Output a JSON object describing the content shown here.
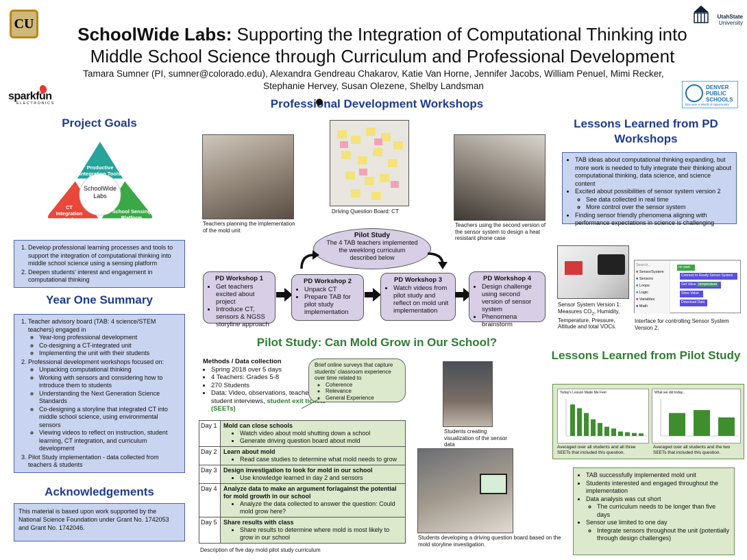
{
  "header": {
    "title_bold": "SchoolWide Labs:",
    "title_rest": " Supporting the Integration of Computational Thinking into",
    "title_line2": "Middle School Science through Curriculum and Professional Development",
    "authors_line1": "Tamara Sumner (PI, sumner@colorado.edu), Alexandra Gendreau Chakarov, Katie Van Horne, Jennifer Jacobs, William Penuel, Mimi Recker,",
    "authors_line2": "Stephanie Hervey, Susan Olezene, Shelby Landsman"
  },
  "logos": {
    "cu": "CU",
    "usu_line1": "UtahState",
    "usu_line2": "University",
    "sparkfun": "sparkfun",
    "sparkfun_sub": "ELECTRONICS",
    "dps_line1": "DENVER",
    "dps_line2": "PUBLIC",
    "dps_line3": "SCHOOLS",
    "dps_tag": "Discover a World of Opportunity"
  },
  "project_goals": {
    "title": "Project Goals",
    "triangle": {
      "center": "SchoolWide Labs",
      "top": "Productive Integration Tools",
      "left": "CT Integration Cycle",
      "right": "School Sensing Platform"
    },
    "items": [
      "Develop professional learning processes and tools to support the integration of computational thinking into middle school science using a sensing platform",
      "Deepen students' interest and engagement in computational thinking"
    ]
  },
  "year_one": {
    "title": "Year One Summary",
    "item1": "Teacher advisory board (TAB: 4 science/STEM teachers) engaged  in",
    "item1_sub": [
      "Year-long professional development",
      "Co-designing a CT-integrated unit",
      "Implementing the unit with their students"
    ],
    "item2": "Professional development workshops focused on:",
    "item2_sub": [
      "Unpacking computational thinking",
      "Working with sensors and considering how to introduce them to students",
      "Understanding the Next Generation Science Standards",
      "Co-designing a storyline that integrated CT into middle school science, using environmental sensors",
      "Viewing videos to reflect on instruction, student learning, CT integration, and curriculum development"
    ],
    "item3": "Pilot Study implementation -  data collected from teachers & students"
  },
  "acknowledgements": {
    "title": "Acknowledgements",
    "text": "This material is based upon work supported by the National Science Foundation under Grant No. 1742053 and Grant No. 1742046."
  },
  "pd_workshops": {
    "title": "Professional Development Workshops",
    "captions": {
      "photo1": "Teachers planning the implementation of the mold unit",
      "photo2": "Driving Question Board: CT",
      "photo3": "Teachers using the second version of the sensor system to design a heat resistant phone case"
    },
    "pilot_bubble": {
      "title": "Pilot Study",
      "text": "The 4 TAB teachers implemented the weeklong curriculum described below"
    },
    "w1": {
      "title": "PD Workshop 1",
      "items": [
        "Get teachers excited about project",
        "Introduce CT, sensors & NGSS storyline approach"
      ]
    },
    "w2": {
      "title": "PD Workshop 2",
      "items": [
        "Unpack CT",
        "Prepare TAB for pilot study implementation"
      ]
    },
    "w3": {
      "title": "PD Workshop 3",
      "items": [
        "Watch videos from pilot study and reflect on mold unit implementation"
      ]
    },
    "w4": {
      "title": "PD Workshop 4",
      "items": [
        "Design challenge using second version of sensor system",
        "Phenomena brainstorm"
      ]
    }
  },
  "pilot": {
    "title": "Pilot Study: Can Mold Grow in Our School?",
    "methods_title": "Methods / Data collection",
    "methods": [
      "Spring 2018 over 5 days",
      "4 Teachers: Grades 5-8",
      "270 Students",
      "Data: Video, observations, teacher and student interviews,"
    ],
    "seets": "student exit tickets (SEETs)",
    "callout_intro": "Brief online surveys that capture students' classroom experience over time related to",
    "callout_items": [
      "Coherence",
      "Relevance",
      "General Experience"
    ],
    "days": [
      {
        "label": "Day 1",
        "title": "Mold can close schools",
        "items": [
          "Watch video about mold shutting down a school",
          "Generate driving question board about mold"
        ]
      },
      {
        "label": "Day 2",
        "title": "Learn about mold",
        "items": [
          "Read case studies to determine what mold needs to grow"
        ]
      },
      {
        "label": "Day 3",
        "title": "Design investigation to look for mold in our school",
        "items": [
          "Use knowledge learned in day 2 and sensors"
        ]
      },
      {
        "label": "Day 4",
        "title": "Analyze data to make an argument for/against the potential for mold growth in our school",
        "items": [
          "Analyze the data collected to answer the question: Could mold grow here?"
        ]
      },
      {
        "label": "Day 5",
        "title": "Share results with class",
        "items": [
          "Share results to determine where mold is most likely to grow in our school"
        ]
      }
    ],
    "days_caption": "Description of five day mold pilot study curriculum",
    "photo_caption1": "Students creating visualization of the sensor data",
    "photo_caption2": "Students developing a driving question board based on the mold storyline investigation."
  },
  "lessons_pd": {
    "title": "Lessons Learned from PD Workshops",
    "item1": "TAB ideas about computational thinking expanding, but more work is needed to fully integrate their thinking about computational thinking, data science, and science content",
    "item2": "Excited about possibilities of sensor system version 2",
    "item2_sub": [
      "See data collected in real time",
      "More control over the sensor system"
    ],
    "item3": "Finding sensor friendly phenomena aligning with performance expectations in science is challenging",
    "sensor_caption_pre": "Sensor System Version 1: Measures CO",
    "sensor_caption_sub": "2",
    "sensor_caption_post": ", Humidity, Temperature, Pressure, Altitude and total VOCs.",
    "interface_caption": "Interface for controlling Sensor System Version 2.",
    "interface_menu": [
      "Search...",
      "SensorSystem",
      "Sensors",
      "Loops",
      "Logic",
      "Variables",
      "Math"
    ],
    "interface_blocks": [
      "on start",
      "Connect to",
      "Ready",
      "Sensor System",
      "Get Value",
      "temperature",
      "Store Value",
      "Download Data"
    ]
  },
  "lessons_pilot": {
    "title": "Lessons Learned from Pilot Study",
    "chart1_title": "Today's Lesson Made Me Feel",
    "chart2_title": "What we did today...",
    "chart1_caption": "Averaged over all students and all three SEETs that included this question.",
    "chart2_caption": "Averaged over all students and the two SEETs that included this question.",
    "item1": "TAB successfully implemented mold unit",
    "item2": "Students interested and engaged throughout the implementation",
    "item3": "Data analysis was cut short",
    "item3_sub": [
      "The curriculum needs to be longer than five days"
    ],
    "item4": "Sensor use limited to one day",
    "item4_sub": [
      "Integrate sensors throughout the unit (potentially through design challenges)"
    ]
  },
  "chart_data": [
    {
      "type": "bar",
      "title": "Today's Lesson Made Me Feel",
      "categories": [
        "",
        "",
        "",
        "",
        "",
        "",
        "",
        "",
        "",
        "",
        ""
      ],
      "values": [
        0.85,
        0.75,
        0.62,
        0.45,
        0.35,
        0.25,
        0.2,
        0.12,
        0.1,
        0.08,
        0.07
      ],
      "ylim": [
        0,
        1
      ]
    },
    {
      "type": "bar",
      "title": "What we did today...",
      "categories": [
        "",
        "",
        ""
      ],
      "values": [
        0.62,
        0.7,
        0.5
      ],
      "ylim": [
        0,
        1
      ]
    }
  ]
}
